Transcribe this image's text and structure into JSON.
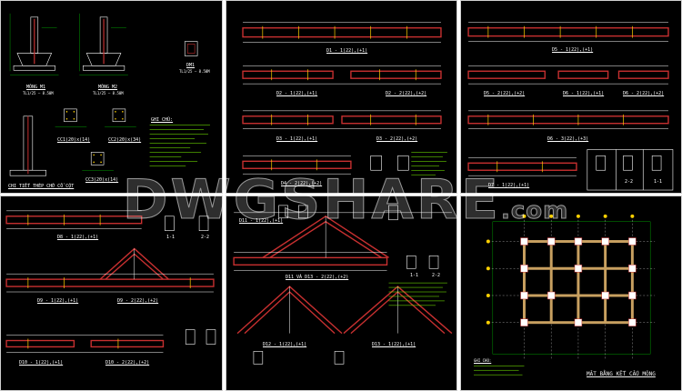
{
  "colors": {
    "beam": "#c83030",
    "line": "#ffffff",
    "dim": "#00c000",
    "note": "#7fff00",
    "bg": "#000000"
  },
  "watermark": {
    "main": "DWGSHARE",
    "suffix": ".com"
  },
  "p1": {
    "mong1": "MÓNG M1",
    "mong1_sub": "TL1/25 — 8.50M",
    "mong2": "MÓNG M2",
    "mong2_sub": "TL1/25 — 8.50M",
    "dm1": "DM1",
    "dm1_sub": "TL1/25 — 8.50M",
    "col1": "CC1(20)x(14)",
    "col2": "CC2(20)x(34)",
    "col3": "CC3(20)x(14)",
    "notes_title": "GHI CHÚ:",
    "detail": "CHI TIẾT THÉP CHỜ CỔ CỘT"
  },
  "p2": {
    "b1": "D1 - 1(22),(+1)",
    "b2": "D2 - 1(22),(+1)",
    "b3": "D2 - 2(22),(+2)",
    "b4": "D3 - 1(22),(+1)",
    "b5": "D3 - 2(22),(+2)",
    "b6": "D4 - 2(22),(+2)"
  },
  "p3": {
    "b1": "D5 - 1(22),(+1)",
    "b2": "D5 - 2(22),(+2)",
    "b3": "D6 - 1(22),(+1)",
    "b4": "D6 - 2(22),(+2)",
    "b5": "D6 - 3(22),(+3)",
    "b6": "D7 - 1(22),(+1)",
    "sec1": "2-2",
    "sec2": "1-1"
  },
  "p4": {
    "b1": "D8 - 1(22),(+1)",
    "b2": "D9 - 1(22),(+1)",
    "b3": "D9 - 2(22),(+2)",
    "b4": "D10 - 1(22),(+1)",
    "b5": "D10 - 2(22),(+2)",
    "sec1": "1-1",
    "sec2": "2-2"
  },
  "p5": {
    "b1": "D11 - 1(22),(+1)",
    "b2": "D11 VÀ D13 - 2(22),(+2)",
    "b3": "D12 - 1(22),(+1)",
    "b4": "D13 - 1(22),(+1)",
    "sec1": "1-1",
    "sec2": "2-2"
  },
  "p6": {
    "notes_title": "GHI CHÚ:",
    "title": "MẶT BẰNG KẾT CẤU MÓNG"
  }
}
